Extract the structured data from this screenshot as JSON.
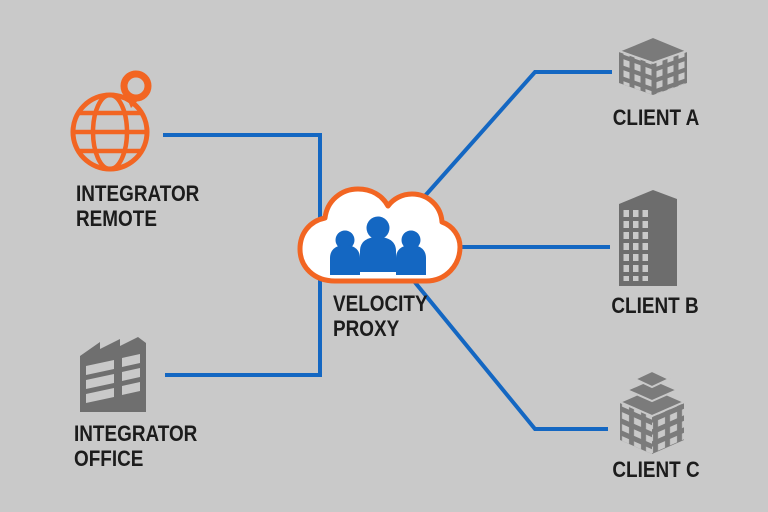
{
  "colors": {
    "background": "#c9c9c9",
    "connector_blue": "#1467c2",
    "people_blue": "#1467c2",
    "accent_orange": "#f26522",
    "cloud_fill": "#ffffff",
    "building_gray_dark": "#6d6d6d",
    "building_gray_mid": "#6f6f6f",
    "building_gray_light": "#7a7a7a",
    "label_black": "#1c1c1c"
  },
  "nodes": {
    "integrator_remote": {
      "lines": [
        "INTEGRATOR",
        "REMOTE"
      ],
      "icon": "globe-pin-icon"
    },
    "integrator_office": {
      "lines": [
        "INTEGRATOR",
        "OFFICE"
      ],
      "icon": "office-building-icon"
    },
    "velocity_proxy": {
      "lines": [
        "VELOCITY",
        "PROXY"
      ],
      "icon": "cloud-people-icon"
    },
    "client_a": {
      "label": "CLIENT A",
      "icon": "corner-building-icon"
    },
    "client_b": {
      "label": "CLIENT B",
      "icon": "tower-building-icon"
    },
    "client_c": {
      "label": "CLIENT C",
      "icon": "stepped-roof-building-icon"
    }
  },
  "connections": [
    {
      "from": "integrator_remote",
      "to": "velocity_proxy"
    },
    {
      "from": "integrator_office",
      "to": "velocity_proxy"
    },
    {
      "from": "velocity_proxy",
      "to": "client_a"
    },
    {
      "from": "velocity_proxy",
      "to": "client_b"
    },
    {
      "from": "velocity_proxy",
      "to": "client_c"
    }
  ]
}
